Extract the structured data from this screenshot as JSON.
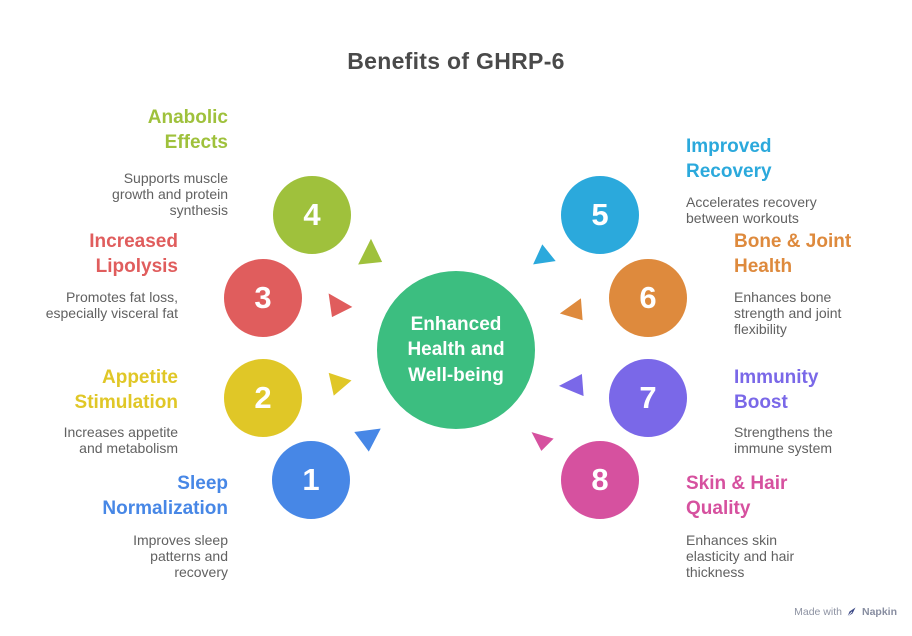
{
  "title": "Benefits of GHRP-6",
  "center": {
    "label": "Enhanced Health and Well-being",
    "color": "#3cbe80"
  },
  "items": [
    {
      "number": "1",
      "label": "Sleep Normalization",
      "description": "Improves sleep patterns and recovery",
      "color": "#4787e6"
    },
    {
      "number": "2",
      "label": "Appetite Stimulation",
      "description": "Increases appetite and metabolism",
      "color": "#e0c727"
    },
    {
      "number": "3",
      "label": "Increased Lipolysis",
      "description": "Promotes fat loss, especially visceral fat",
      "color": "#e05d5d"
    },
    {
      "number": "4",
      "label": "Anabolic Effects",
      "description": "Supports muscle growth and protein synthesis",
      "color": "#9fc13c"
    },
    {
      "number": "5",
      "label": "Improved Recovery",
      "description": "Accelerates recovery between workouts",
      "color": "#2ba9dc"
    },
    {
      "number": "6",
      "label": "Bone & Joint Health",
      "description": "Enhances bone strength and joint flexibility",
      "color": "#de8a3d"
    },
    {
      "number": "7",
      "label": "Immunity Boost",
      "description": "Strengthens the immune system",
      "color": "#7a68e8"
    },
    {
      "number": "8",
      "label": "Skin & Hair Quality",
      "description": "Enhances skin elasticity and hair thickness",
      "color": "#d6519f"
    }
  ],
  "colors": {
    "title": "#4a4a4a",
    "description_text": "#616161",
    "background": "#ffffff",
    "footer_icon": "#3d4a86"
  },
  "footer": {
    "made_with": "Made with",
    "brand": "Napkin",
    "logo_icon": "pen-icon"
  }
}
